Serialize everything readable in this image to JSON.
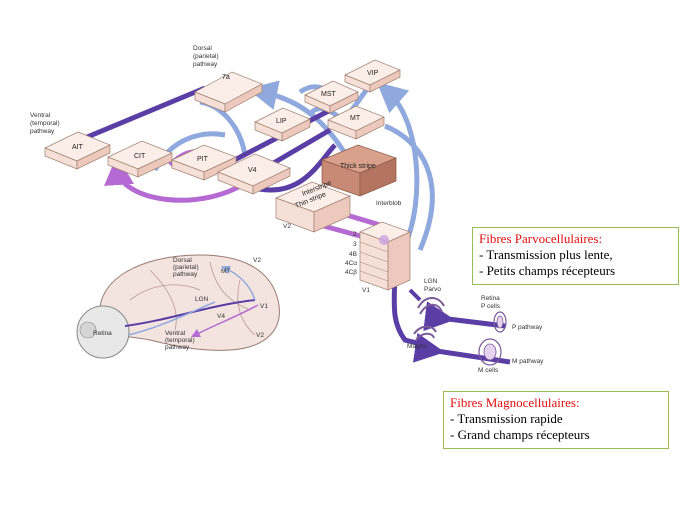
{
  "diagram": {
    "pathway_labels": {
      "dorsal": [
        "Dorsal",
        "(parietal)",
        "pathway"
      ],
      "ventral": [
        "Ventral",
        "(temporal)",
        "pathway"
      ]
    },
    "areas": {
      "a7": "7a",
      "vip": "VIP",
      "mst": "MST",
      "mt": "MT",
      "lip": "LIP",
      "ait": "AIT",
      "cit": "CIT",
      "pit": "PIT",
      "v4": "V4",
      "thick_stripe": "Thick stripe",
      "interstripe": "Interstripe",
      "thin_stripe": "Thin stripe",
      "v2": "V2",
      "interblob": "Interblob",
      "v1": "V1"
    },
    "v1_layers": [
      "2",
      "3",
      "4B",
      "4Cα",
      "4Cβ"
    ],
    "lgn": [
      "LGN",
      "Parvo"
    ],
    "magno": "Magno",
    "retina": [
      "Retina",
      "P cells"
    ],
    "p_pathway": "P pathway",
    "m_pathway": "M pathway",
    "m_cells": "M cells",
    "brain": {
      "dorsal": [
        "Dorsal",
        "(parietal)",
        "pathway"
      ],
      "ventral": [
        "Ventral",
        "(temporal)",
        "pathway"
      ],
      "mt": "MT",
      "v2_top": "V2",
      "lgn": "LGN",
      "v1": "V1",
      "v4": "V4",
      "v2_bottom": "V2",
      "retina": "Retina"
    }
  },
  "callouts": {
    "parvo": {
      "title": "Fibres Parvocellulaires:",
      "lines": [
        "- Transmission plus lente,",
        "- Petits champs récepteurs"
      ]
    },
    "magno": {
      "title": "Fibres Magnocellulaires:",
      "lines": [
        "- Transmission rapide",
        "- Grand champs récepteurs"
      ]
    }
  },
  "colors": {
    "box_fill": "#f6dfd6",
    "box_top": "#fbeee8",
    "box_stroke": "#a08070",
    "thick_fill": "#c98a75",
    "blue_path": "#8fa9de",
    "violet_path": "#6a4eb0",
    "magenta_path": "#b46ad2",
    "callout_title": "#e01010",
    "callout_border": "#9bbb59"
  }
}
